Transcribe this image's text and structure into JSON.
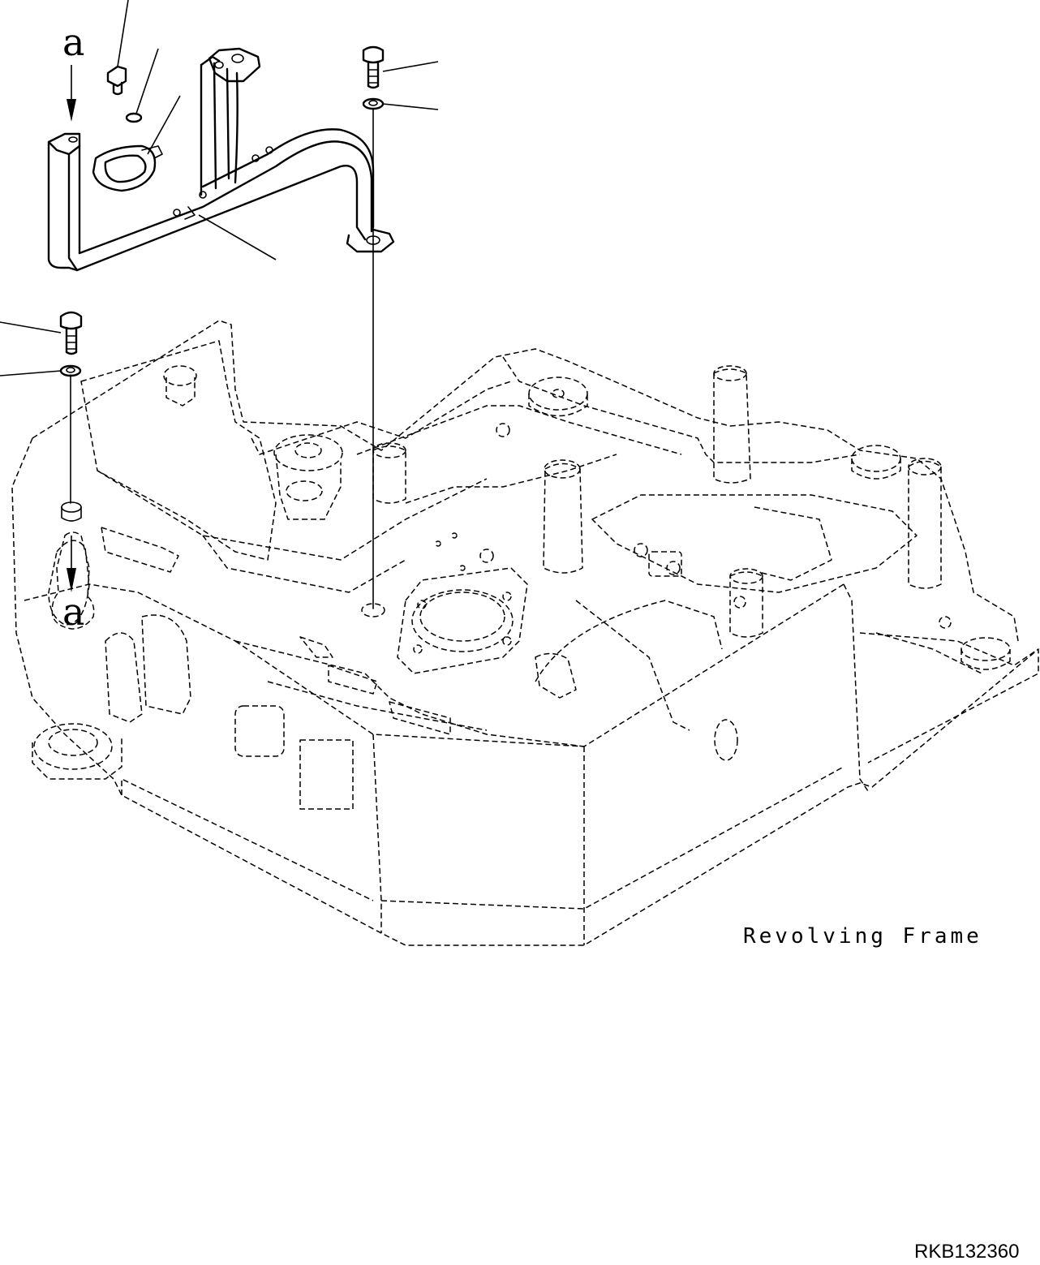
{
  "labels": {
    "frame_label": "Revolving Frame",
    "ref_top": "a",
    "ref_bottom": "a",
    "drawing_number": "RKB132360"
  }
}
